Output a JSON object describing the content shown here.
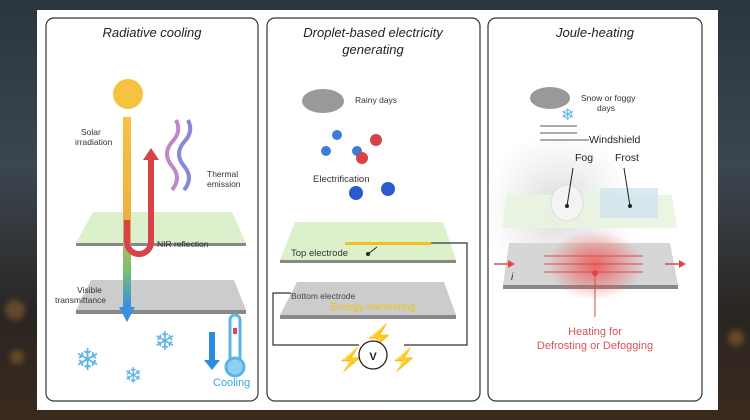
{
  "panels": [
    {
      "title": "Radiative cooling",
      "labels": {
        "solar": [
          "Solar",
          "irradiation"
        ],
        "thermal": [
          "Thermal",
          "emission"
        ],
        "nir": "NIR reflection",
        "visible": [
          "Visible",
          "transmittance"
        ],
        "cooling": "Cooling"
      }
    },
    {
      "title": [
        "Droplet-based electricity",
        "generating"
      ],
      "labels": {
        "rainy": "Rainy days",
        "electrification": "Electrification",
        "top_electrode": "Top electrode",
        "bottom_electrode": "Bottom electrode",
        "energy": "Energy harvesting",
        "voltmeter": "V"
      }
    },
    {
      "title": "Joule-heating",
      "labels": {
        "snow": [
          "Snow or foggy",
          "days"
        ],
        "windshield": "Windshield",
        "fog": "Fog",
        "frost": "Frost",
        "current": "i",
        "heating": [
          "Heating for",
          "Defrosting or Defogging"
        ]
      }
    }
  ],
  "colors": {
    "sun": "#f5c242",
    "heat": "#e0464a",
    "ice": "#5bb4e6",
    "energy": "#f2c01c",
    "glass": "#dcf0cc"
  }
}
